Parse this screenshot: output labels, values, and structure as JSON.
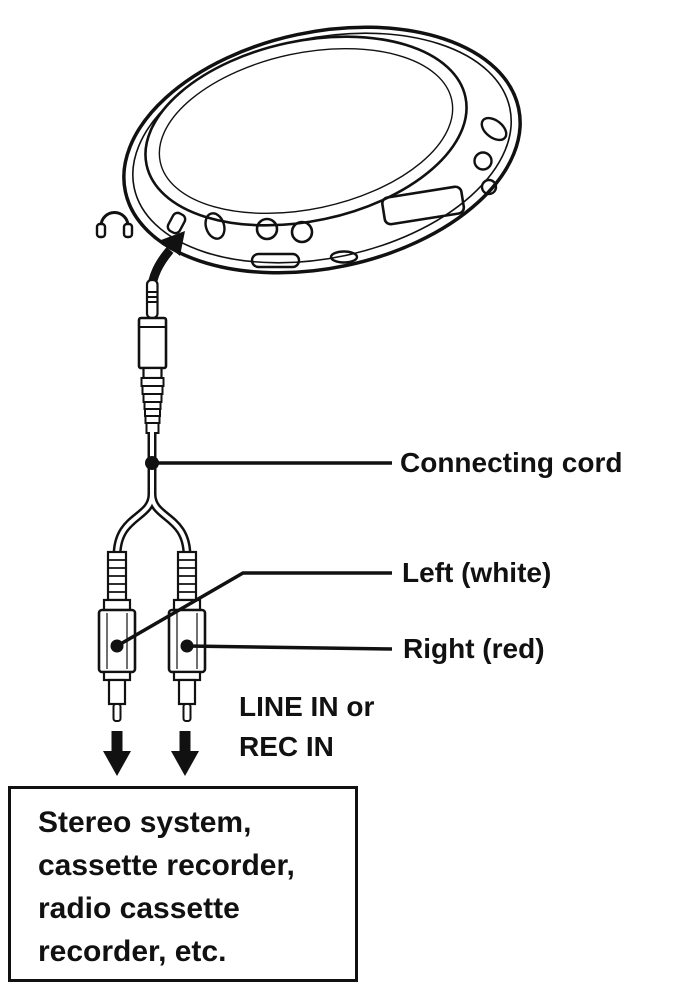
{
  "page": {
    "background": "#ffffff",
    "line_color": "#111111",
    "text_color": "#111111"
  },
  "labels": {
    "connecting_cord": "Connecting cord",
    "left_plug": "Left (white)",
    "right_plug": "Right (red)",
    "line_in_or": "LINE IN or",
    "rec_in": "REC IN"
  },
  "target_box": {
    "lines": [
      "Stereo system,",
      "cassette recorder,",
      "radio cassette",
      "recorder, etc."
    ]
  },
  "icons": {
    "cd_player": "portable-cd-player-illustration",
    "headphones": "headphones-icon",
    "jack_arrow": "arrow-to-jack-icon",
    "mini_plug": "stereo-mini-plug",
    "cord_dot": "connecting-cord-marker-dot",
    "rca_left": "rca-plug-left",
    "rca_right": "rca-plug-right",
    "down_arrow_left": "down-arrow-left-icon",
    "down_arrow_right": "down-arrow-right-icon"
  }
}
